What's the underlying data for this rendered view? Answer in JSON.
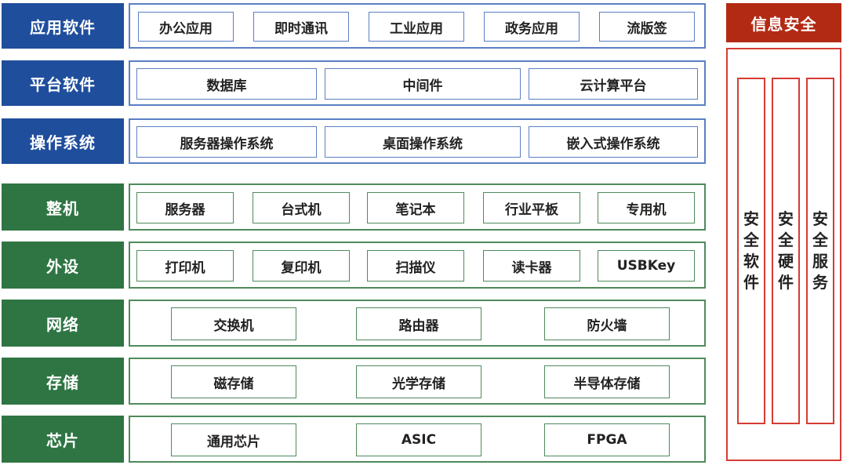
{
  "layers": [
    {
      "label": "应用软件",
      "items": [
        "办公应用",
        "即时通讯",
        "工业应用",
        "政务应用",
        "流版签"
      ]
    },
    {
      "label": "平台软件",
      "items": [
        "数据库",
        "中间件",
        "云计算平台"
      ]
    },
    {
      "label": "操作系统",
      "items": [
        "服务器操作系统",
        "桌面操作系统",
        "嵌入式操作系统"
      ]
    },
    {
      "label": "整机",
      "items": [
        "服务器",
        "台式机",
        "笔记本",
        "行业平板",
        "专用机"
      ]
    },
    {
      "label": "外设",
      "items": [
        "打印机",
        "复印机",
        "扫描仪",
        "读卡器",
        "USBKey"
      ]
    },
    {
      "label": "网络",
      "items": [
        "交换机",
        "路由器",
        "防火墙"
      ]
    },
    {
      "label": "存储",
      "items": [
        "磁存储",
        "光学存储",
        "半导体存储"
      ]
    },
    {
      "label": "芯片",
      "items": [
        "通用芯片",
        "ASIC",
        "FPGA"
      ]
    }
  ],
  "security": {
    "title": "信息安全",
    "columns": [
      "安全软件",
      "安全硬件",
      "安全服务"
    ]
  },
  "colors": {
    "software_label": "#1f4e9c",
    "hardware_label": "#2e7543",
    "security_title": "#b32a14",
    "security_border": "#d63c34"
  }
}
